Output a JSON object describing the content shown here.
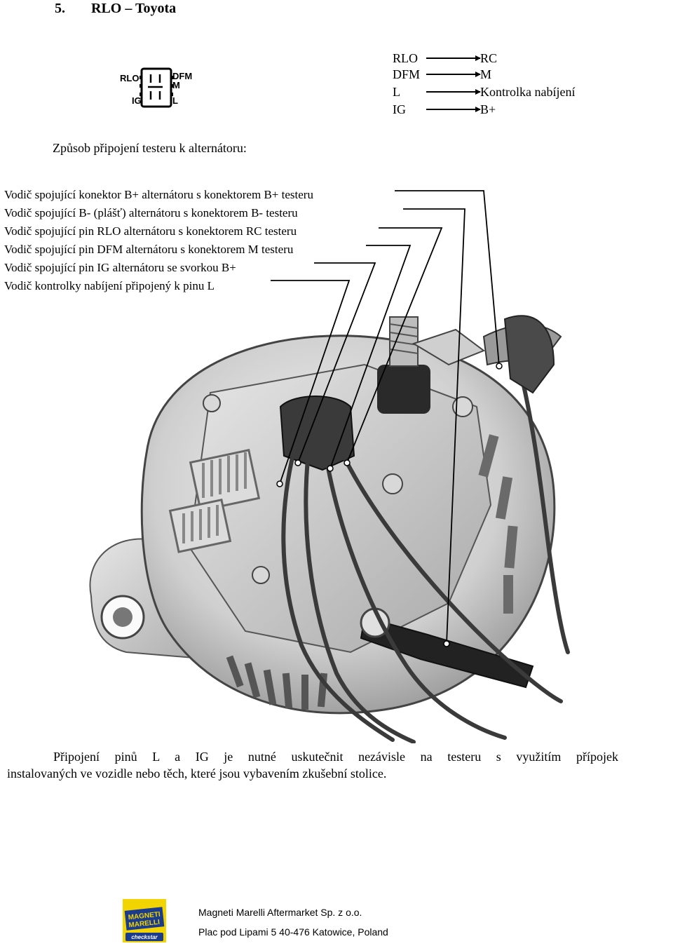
{
  "heading": {
    "number": "5.",
    "title": "RLO – Toyota"
  },
  "connector_diagram": {
    "left_top": "RLO",
    "left_bottom": "IG",
    "right_top": "DFM",
    "right_middle": "M",
    "right_bottom": "L"
  },
  "pin_mapping": [
    {
      "pin": "RLO",
      "tester": "RC"
    },
    {
      "pin": "DFM",
      "tester": "M"
    },
    {
      "pin": "L",
      "tester": "Kontrolka nabíjení"
    },
    {
      "pin": "IG",
      "tester": "B+"
    }
  ],
  "subtitle": "Způsob připojení testeru k alternátoru:",
  "lead_descriptions": [
    "Vodič spojující konektor B+ alternátoru s konektorem B+ testeru",
    "Vodič spojující B- (plášť) alternátoru s konektorem B- testeru",
    "Vodič spojující pin RLO alternátoru s konektorem RC testeru",
    "Vodič spojující pin DFM alternátoru s konektorem M testeru",
    "Vodič spojující pin IG alternátoru se svorkou B+",
    "Vodič kontrolky nabíjení připojený k pinu L"
  ],
  "note": {
    "line1": "Připojení pinů L a IG je nutné uskutečnit nezávisle na testeru s využitím přípojek",
    "line2": "instalovaných ve vozidle nebo těch, které jsou vybavením zkušební stolice."
  },
  "logo": {
    "brand_line1": "MAGNETI",
    "brand_line2": "MARELLI",
    "sub": "checkstar"
  },
  "footer": {
    "company": "Magneti Marelli Aftermarket Sp. z o.o.",
    "address": "Plac pod Lipami 5 40-476 Katowice, Poland"
  },
  "colors": {
    "logo_yellow": "#f2d400",
    "logo_blue": "#1b3c8c"
  }
}
